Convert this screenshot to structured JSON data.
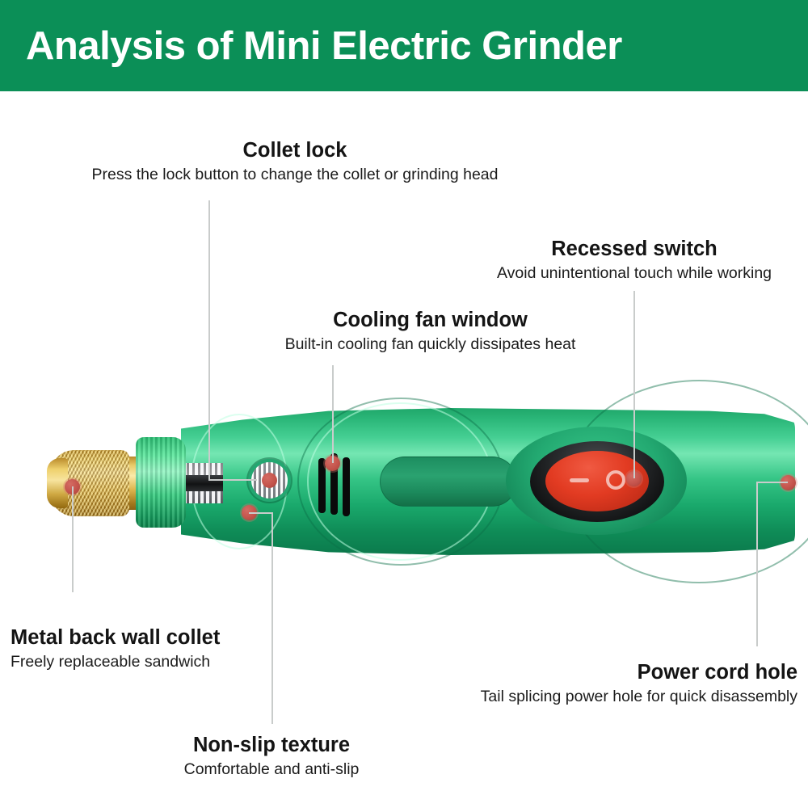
{
  "banner": {
    "title": "Analysis of Mini Electric Grinder",
    "background_color": "#0b8f57",
    "text_color": "#ffffff"
  },
  "product": {
    "name": "Mini Electric Grinder",
    "body_color": "#2cb87a",
    "collet_color": "#e0bc55",
    "switch_color": "#e23b22",
    "marker_dot_color": "#c4544c",
    "leader_line_color": "#c9cccb"
  },
  "callouts": [
    {
      "id": "collet-lock",
      "title": "Collet lock",
      "description": "Press the lock button to change the collet or grinding head",
      "align": "center"
    },
    {
      "id": "recessed-switch",
      "title": "Recessed switch",
      "description": "Avoid unintentional touch while working",
      "align": "center"
    },
    {
      "id": "cooling-fan-window",
      "title": "Cooling fan window",
      "description": "Built-in cooling fan quickly dissipates heat",
      "align": "center"
    },
    {
      "id": "metal-back-wall-collet",
      "title": "Metal back wall collet",
      "description": "Freely replaceable sandwich",
      "align": "left"
    },
    {
      "id": "power-cord-hole",
      "title": "Power cord hole",
      "description": "Tail splicing power hole for quick disassembly",
      "align": "right"
    },
    {
      "id": "non-slip-texture",
      "title": "Non-slip texture",
      "description": "Comfortable and anti-slip",
      "align": "center"
    }
  ],
  "switch_symbols": {
    "off_label": "−",
    "on_label": "○"
  }
}
